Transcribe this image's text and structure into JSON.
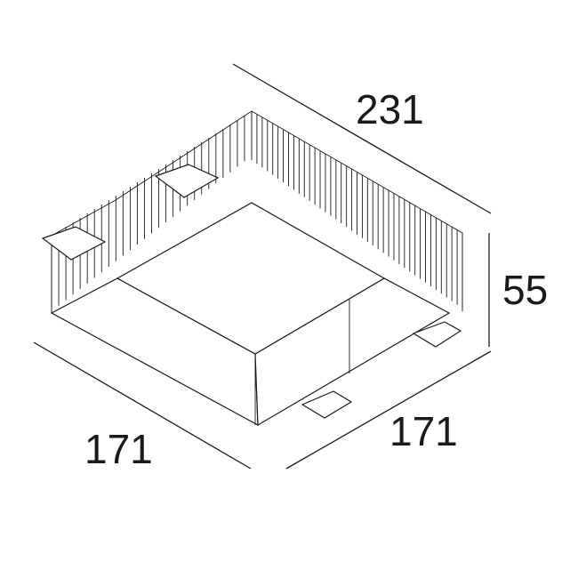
{
  "drawing": {
    "dimensions": {
      "length": "231",
      "height": "55",
      "width_left": "171",
      "width_right": "171"
    }
  }
}
